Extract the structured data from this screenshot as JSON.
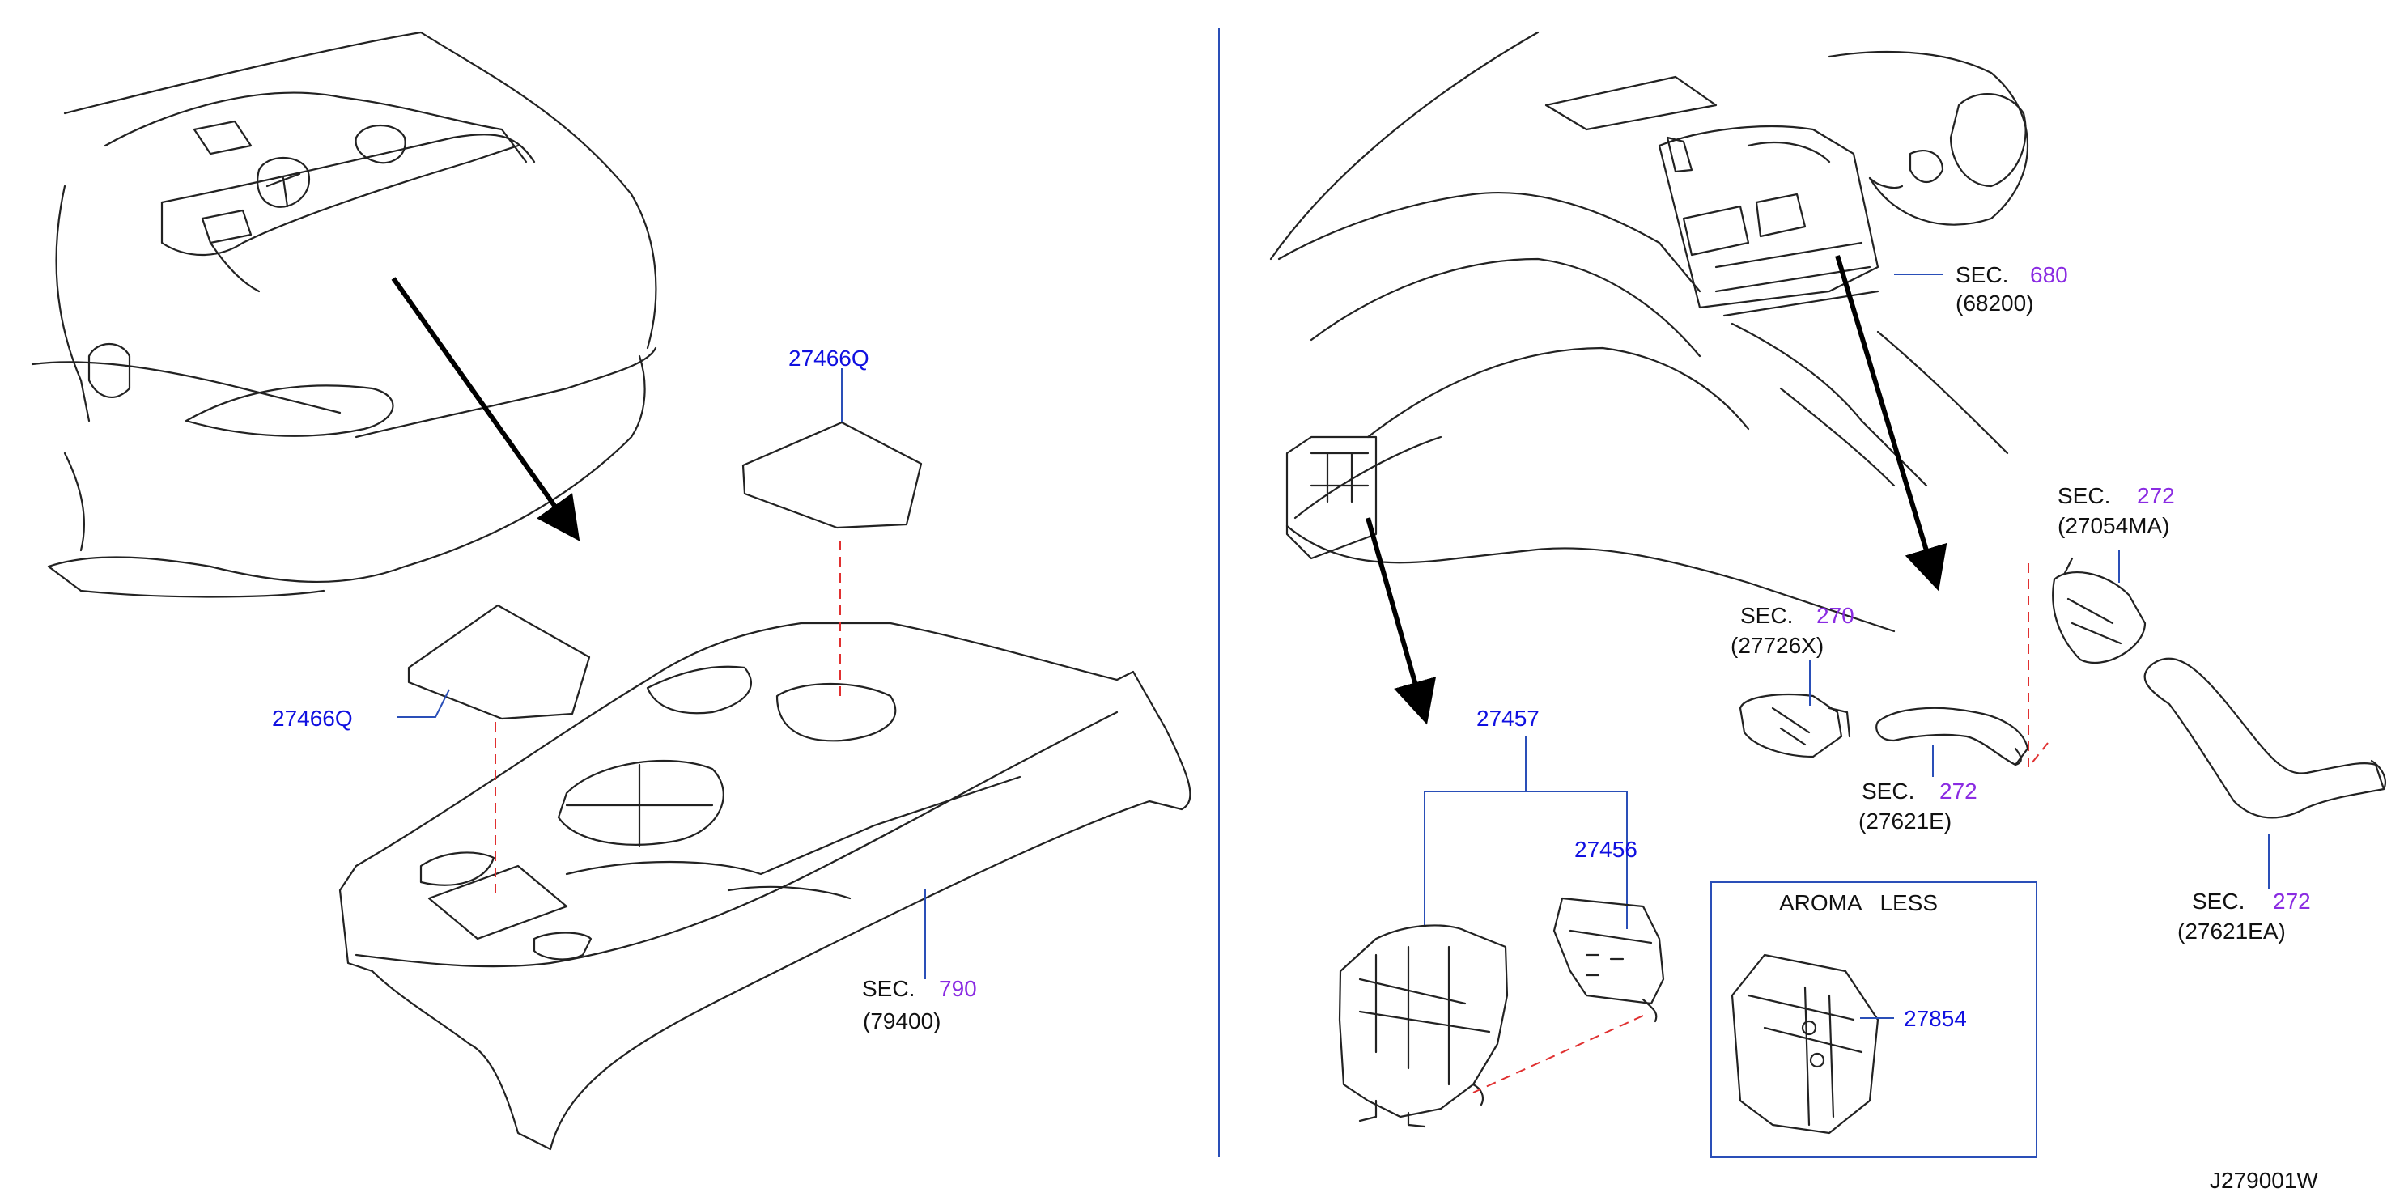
{
  "colors": {
    "part_number": "#1010e0",
    "section_number": "#8a2be2",
    "text": "#111111",
    "leader": "#2a4fb8",
    "alignment_dash": "#e03030"
  },
  "left_panel": {
    "part_a": "27466Q",
    "part_b": "27466Q",
    "sec_prefix": "SEC.",
    "sec_num": "790",
    "sec_code": "(79400)"
  },
  "right_panel": {
    "sec680": {
      "prefix": "SEC.",
      "num": "680",
      "code": "(68200)"
    },
    "sec272_top": {
      "prefix": "SEC.",
      "num": "272",
      "code": "(27054MA)"
    },
    "sec270": {
      "prefix": "SEC.",
      "num": "270",
      "code": "(27726X)"
    },
    "sec272_mid": {
      "prefix": "SEC.",
      "num": "272",
      "code": "(27621E)"
    },
    "sec272_bot": {
      "prefix": "SEC.",
      "num": "272",
      "code": "(27621EA)"
    },
    "part_27457": "27457",
    "part_27456": "27456",
    "aroma_box_title": "AROMA   LESS",
    "part_27854": "27854"
  },
  "diagram_id": "J279001W"
}
